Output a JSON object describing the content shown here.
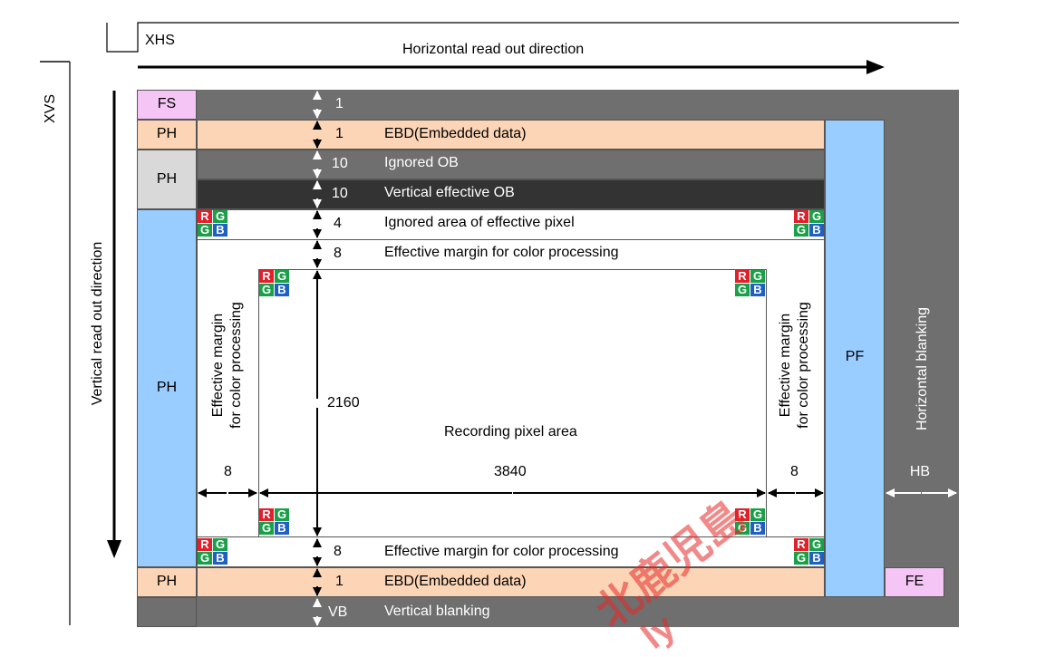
{
  "timing": {
    "xhs": "XHS",
    "xvs": "XVS",
    "horizontal_direction": "Horizontal read out direction",
    "vertical_direction": "Vertical read out direction"
  },
  "left_labels": {
    "fs": "FS",
    "ph": "PH"
  },
  "rows": {
    "fs_count": "1",
    "ebd_top_count": "1",
    "ebd_top_label": "EBD(Embedded data)",
    "ignored_ob_count": "10",
    "ignored_ob_label": "Ignored OB",
    "vert_ob_count": "10",
    "vert_ob_label": "Vertical effective OB",
    "ignored_area_count": "4",
    "ignored_area_label": "Ignored area of effective pixel",
    "margin_top_count": "8",
    "margin_top_label": "Effective margin for color processing",
    "margin_bottom_count": "8",
    "margin_bottom_label": "Effective margin for color processing",
    "ebd_bottom_count": "1",
    "ebd_bottom_label": "EBD(Embedded data)",
    "vb_count": "VB",
    "vb_label": "Vertical blanking"
  },
  "recording": {
    "height": "2160",
    "width": "3840",
    "label": "Recording pixel area",
    "margin_left": "8",
    "margin_right": "8",
    "side_margin_line1": "Effective margin",
    "side_margin_line2": "for color processing"
  },
  "right": {
    "pf": "PF",
    "horizontal_blanking": "Horizontal blanking",
    "hb": "HB",
    "fe": "FE"
  },
  "rgb": {
    "r": "R",
    "g": "G",
    "b": "B"
  },
  "watermark": {
    "text": "北鹿児島",
    "text2": "ly"
  },
  "colors": {
    "fs_fill": "#f5c6f5",
    "ph_peach": "#fbd5b5",
    "gray_dark": "#6f6f6f",
    "ob_dark": "#333333",
    "blue": "#99ccff",
    "light_gray": "#d9d9d9"
  }
}
